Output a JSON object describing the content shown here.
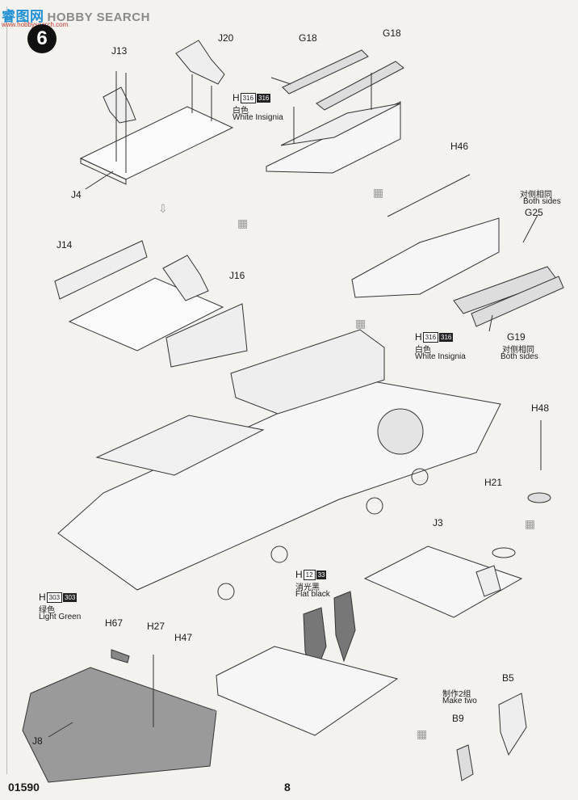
{
  "watermark": {
    "cn": "睿图网",
    "en": "HOBBY SEARCH",
    "sub": "www.hobbysearch.com"
  },
  "step": "6",
  "parts": {
    "j13": "J13",
    "j20": "J20",
    "j4": "J4",
    "g18a": "G18",
    "g18b": "G18",
    "j14": "J14",
    "j16": "J16",
    "h46": "H46",
    "g25": "G25",
    "g19": "G19",
    "h48": "H48",
    "h21": "H21",
    "j3": "J3",
    "h67": "H67",
    "h27": "H27",
    "h47": "H47",
    "j8": "J8",
    "b5": "B5",
    "b9": "B9"
  },
  "paints": {
    "white1": {
      "letter": "H",
      "n1": "316",
      "n2": "316",
      "cn": "白色",
      "en": "White Insignia"
    },
    "white2": {
      "letter": "H",
      "n1": "316",
      "n2": "316",
      "cn": "白色",
      "en": "White Insignia"
    },
    "flat_black": {
      "letter": "H",
      "n1": "12",
      "n2": "33",
      "cn": "消光黑",
      "en": "Flat black"
    },
    "light_green": {
      "letter": "H",
      "n1": "303",
      "n2": "303",
      "cn": "绿色",
      "en": "Light Green"
    }
  },
  "notes": {
    "both_sides_1": {
      "cn": "对侧相同",
      "en": "Both sides"
    },
    "both_sides_2": {
      "cn": "对侧相同",
      "en": "Both sides"
    },
    "make_two": {
      "cn": "制作2组",
      "en": "Make two"
    }
  },
  "footer": {
    "kit_number": "01590",
    "page_number": "8"
  }
}
